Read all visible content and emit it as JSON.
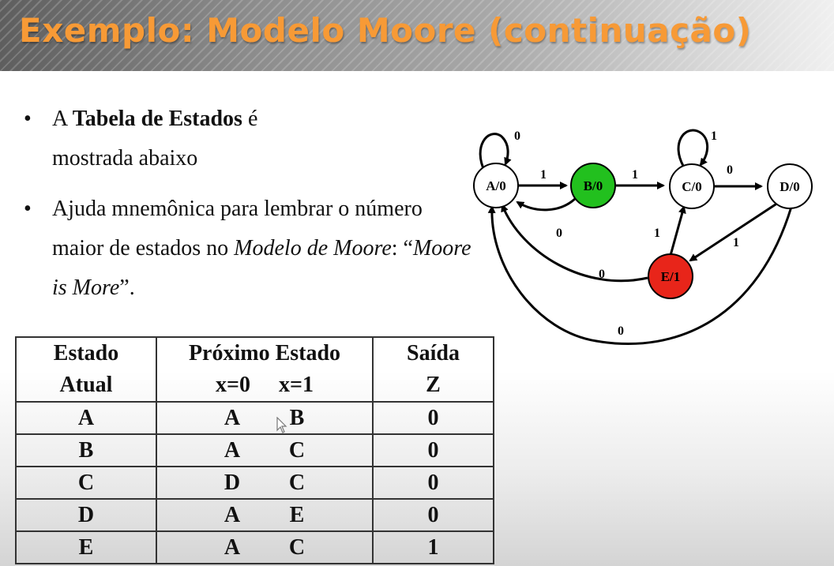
{
  "title": "Exemplo: Modelo Moore (continuação)",
  "bullets": [
    {
      "dot": "•",
      "parts": [
        {
          "text": "A ",
          "style": "normal"
        },
        {
          "text": "Tabela de Estados",
          "style": "bold"
        },
        {
          "text": " é mostrada abaixo",
          "style": "normal"
        }
      ]
    },
    {
      "dot": "•",
      "parts": [
        {
          "text": "Ajuda mnemônica para lembrar o número maior de estados no ",
          "style": "normal"
        },
        {
          "text": "Modelo de Moore",
          "style": "italic"
        },
        {
          "text": ": “",
          "style": "normal"
        },
        {
          "text": "Moore is More",
          "style": "italic"
        },
        {
          "text": "”.",
          "style": "normal"
        }
      ]
    }
  ],
  "diagram": {
    "states": [
      {
        "id": "A",
        "label": "A/0",
        "fill": "#ffffff"
      },
      {
        "id": "B",
        "label": "B/0",
        "fill": "#22c01e"
      },
      {
        "id": "C",
        "label": "C/0",
        "fill": "#ffffff"
      },
      {
        "id": "D",
        "label": "D/0",
        "fill": "#ffffff"
      },
      {
        "id": "E",
        "label": "E/1",
        "fill": "#e8251a"
      }
    ],
    "transitions": [
      {
        "from": "A",
        "to": "A",
        "label": "0"
      },
      {
        "from": "A",
        "to": "B",
        "label": "1"
      },
      {
        "from": "B",
        "to": "A",
        "label": "0"
      },
      {
        "from": "B",
        "to": "C",
        "label": "1"
      },
      {
        "from": "C",
        "to": "C",
        "label": "1"
      },
      {
        "from": "C",
        "to": "D",
        "label": "0"
      },
      {
        "from": "D",
        "to": "E",
        "label": "1"
      },
      {
        "from": "D",
        "to": "A",
        "label": "0"
      },
      {
        "from": "E",
        "to": "C",
        "label": "1"
      },
      {
        "from": "E",
        "to": "A",
        "label": "0"
      }
    ]
  },
  "table": {
    "headers": {
      "current_line1": "Estado",
      "current_line2": "Atual",
      "next_line1": "Próximo Estado",
      "next_x0": "x=0",
      "next_x1": "x=1",
      "output_line1": "Saída",
      "output_line2": "Z"
    },
    "rows": [
      {
        "current": "A",
        "next0": "A",
        "next1": "B",
        "output": "0"
      },
      {
        "current": "B",
        "next0": "A",
        "next1": "C",
        "output": "0"
      },
      {
        "current": "C",
        "next0": "D",
        "next1": "C",
        "output": "0"
      },
      {
        "current": "D",
        "next0": "A",
        "next1": "E",
        "output": "0"
      },
      {
        "current": "E",
        "next0": "A",
        "next1": "C",
        "output": "1"
      }
    ]
  },
  "colors": {
    "title": "#f79a36",
    "state_b": "#22c01e",
    "state_e": "#e8251a"
  }
}
